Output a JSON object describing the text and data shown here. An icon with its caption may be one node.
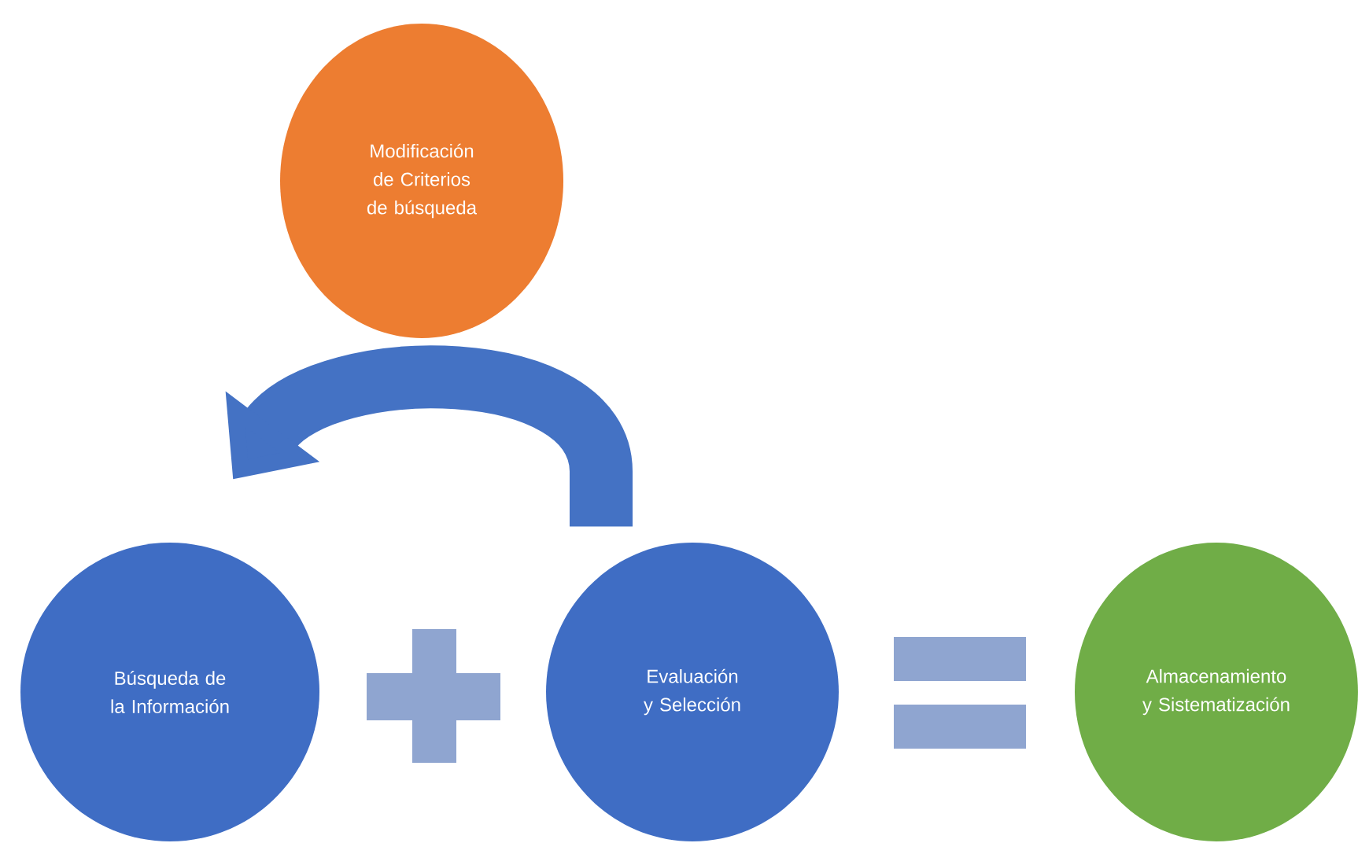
{
  "diagram": {
    "nodes": [
      {
        "text": [
          "Modificación de Criterios de búsqueda"
        ]
      },
      {
        "text": [
          "Búsqueda de la Información"
        ]
      },
      {
        "text": [
          "Evaluación y Selección"
        ]
      },
      {
        "text": [
          "Almacenamiento y Sistematización"
        ]
      }
    ],
    "edges": [
      {
        "from": 2,
        "to": 1,
        "arrow": "to"
      }
    ]
  }
}
